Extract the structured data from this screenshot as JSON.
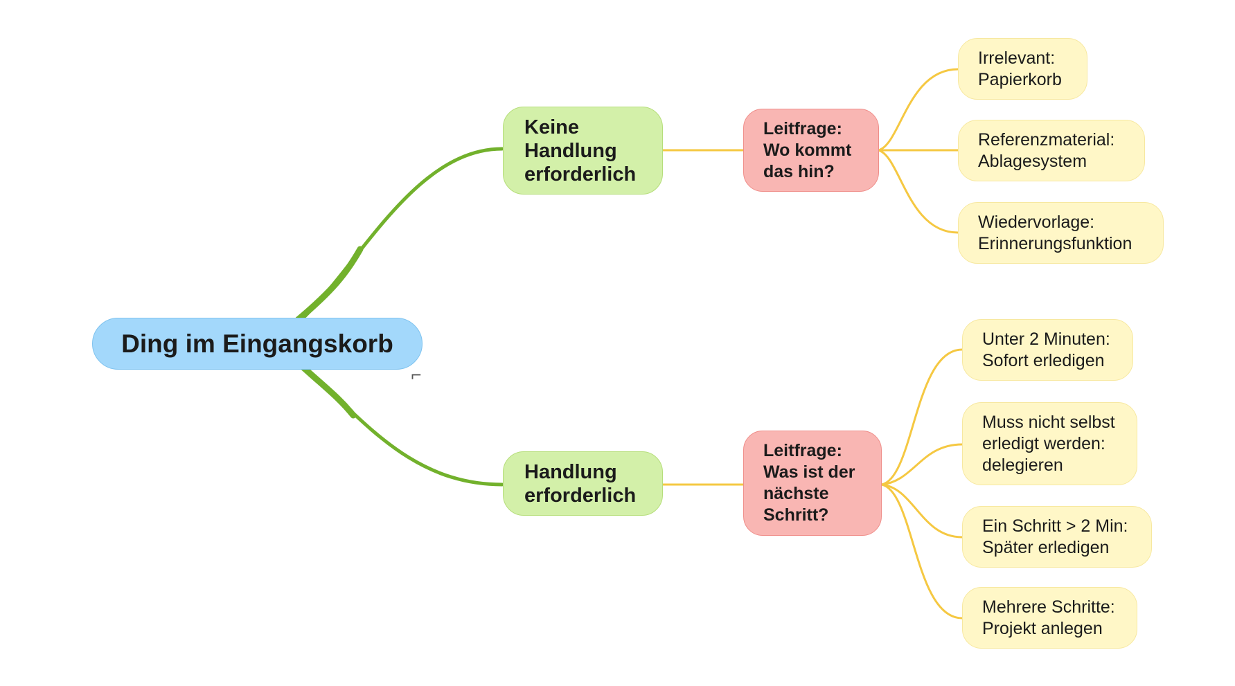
{
  "root": {
    "label": "Ding im Eingangskorb",
    "toggle_icon": "⌐"
  },
  "branches": [
    {
      "label": "Keine\nHandlung\nerforderlich",
      "question": "Leitfrage:\nWo kommt\ndas hin?",
      "leaves": [
        "Irrelevant:\nPapierkorb",
        "Referenzmaterial:\nAblagesystem",
        "Wiedervorlage:\nErinnerungsfunktion"
      ]
    },
    {
      "label": "Handlung\nerforderlich",
      "question": "Leitfrage:\nWas ist der\nnächste\nSchritt?",
      "leaves": [
        "Unter 2 Minuten:\nSofort erledigen",
        "Muss nicht selbst\nerledigt werden:\ndelegieren",
        "Ein Schritt > 2 Min:\nSpäter erledigen",
        "Mehrere Schritte:\nProjekt anlegen"
      ]
    }
  ],
  "colors": {
    "root_fill": "#a3d8fb",
    "branch_fill": "#d3f0a9",
    "question_fill": "#f9b6b3",
    "leaf_fill": "#fff7c7",
    "main_connector": "#72b12c",
    "sub_connector": "#f5c842"
  }
}
